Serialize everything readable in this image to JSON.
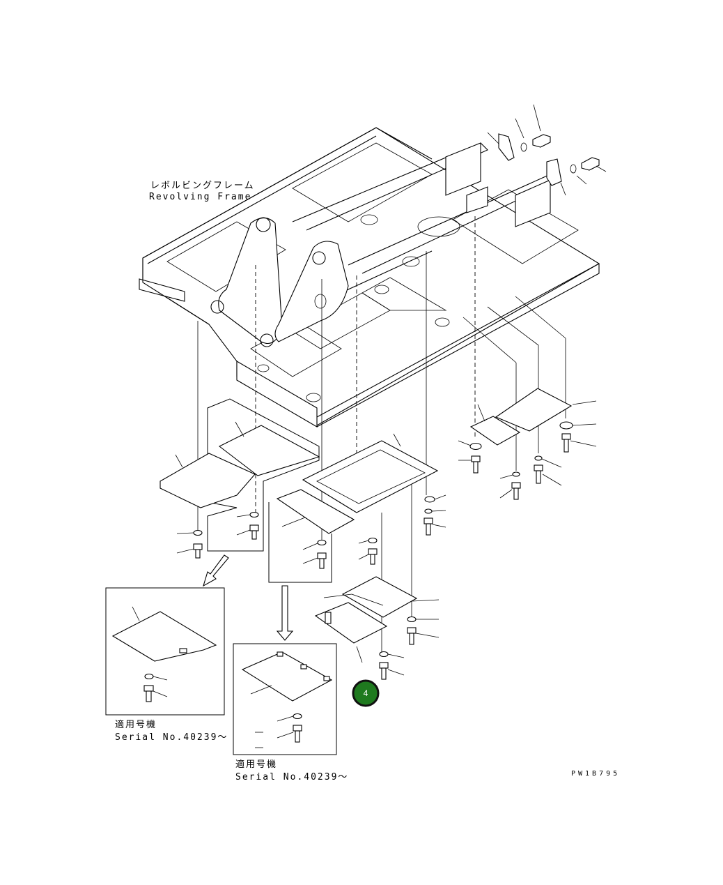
{
  "frame_label": {
    "jp": "レボルビングフレーム",
    "en": "Revolving Frame"
  },
  "inset_left": {
    "caption_jp": "適用号機",
    "caption_en": "Serial No.40239～"
  },
  "inset_center": {
    "caption_jp": "適用号機",
    "caption_en": "Serial No.40239～"
  },
  "drawing_code": "PW1B795",
  "callout": {
    "number": "4",
    "color": "#1f7a1f",
    "ring_color": "#111111"
  },
  "icons": [
    "bolt-icon",
    "washer-icon",
    "down-arrow-icon"
  ]
}
